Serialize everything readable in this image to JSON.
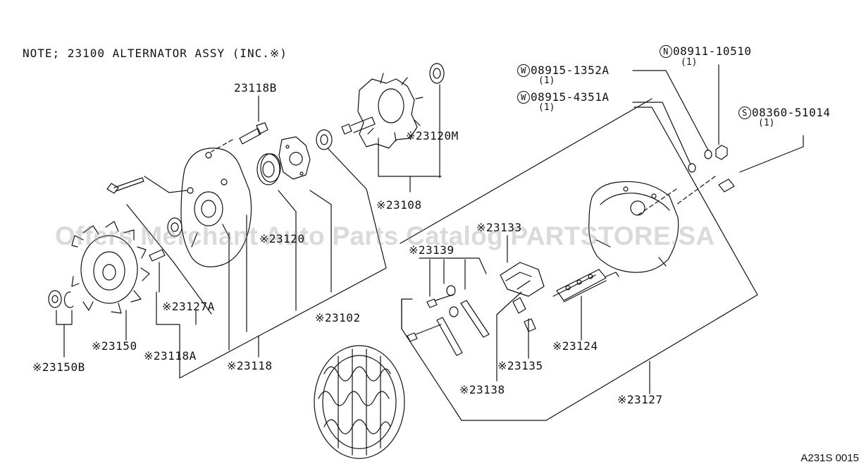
{
  "note": "NOTE; 23100 ALTERNATOR ASSY (INC.※)",
  "diagram_code": "A231S 0015",
  "watermark": "Offers Merchant Auto Parts Catalog PARTSTORE.SA",
  "parts": {
    "p23118B": "23118B",
    "p23120M": "※23120M",
    "p23108": "※23108",
    "p23120": "※23120",
    "p23127A": "※23127A",
    "p23150": "※23150",
    "p23150B": "※23150B",
    "p23118A": "※23118A",
    "p23118": "※23118",
    "p23102": "※23102",
    "p23133": "※23133",
    "p23139": "※23139",
    "p23124": "※23124",
    "p23135": "※23135",
    "p23138": "※23138",
    "p23127": "※23127"
  },
  "fasteners": {
    "n_mark": "N",
    "n_part": "08911-10510",
    "n_qty": "(1)",
    "w1_mark": "W",
    "w1_part": "08915-1352A",
    "w1_qty": "(1)",
    "w2_mark": "W",
    "w2_part": "08915-4351A",
    "w2_qty": "(1)",
    "s_mark": "S",
    "s_part": "08360-51014",
    "s_qty": "(1)"
  }
}
